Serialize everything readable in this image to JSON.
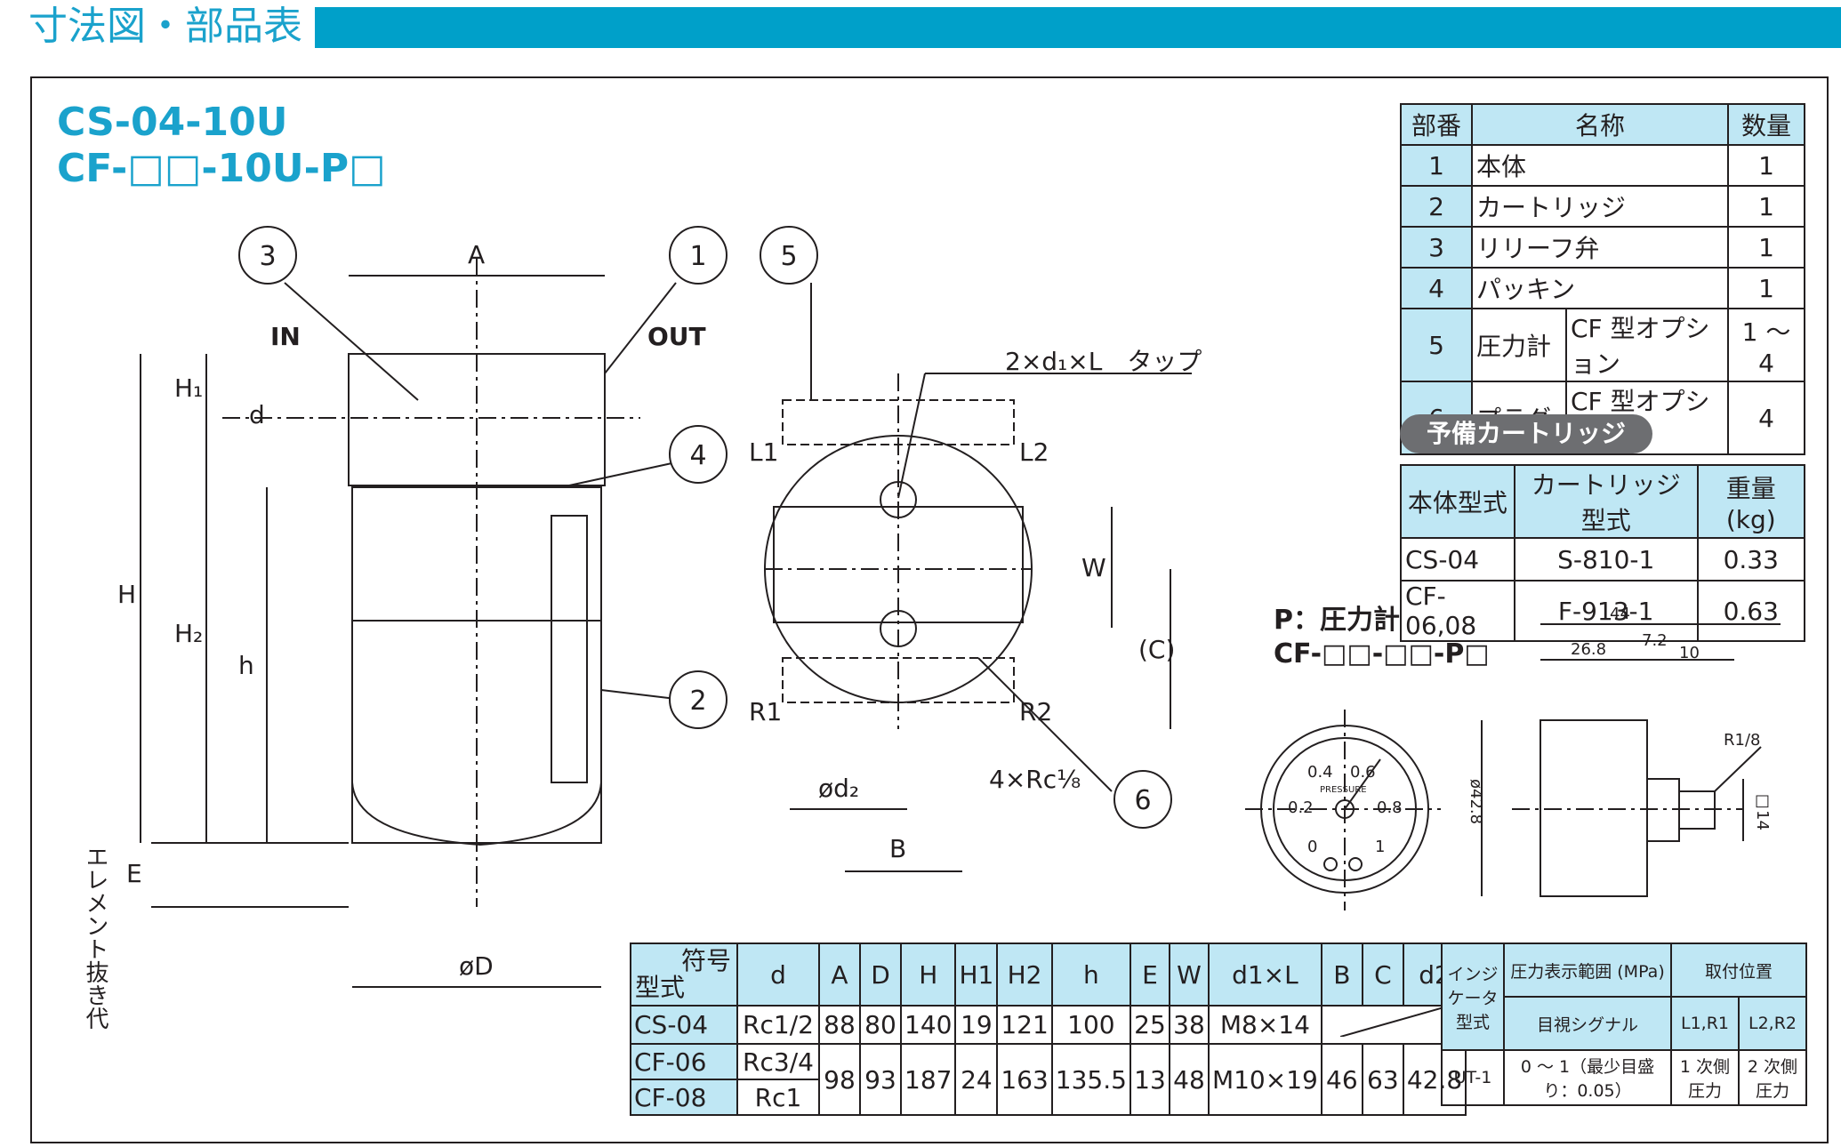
{
  "header": {
    "title": "寸法図・部品表"
  },
  "models": {
    "line1": "CS-04-10U",
    "line2": "CF-□□-10U-P□"
  },
  "callouts": [
    "3",
    "1",
    "5",
    "4",
    "2",
    "6"
  ],
  "labels": {
    "A": "A",
    "IN": "IN",
    "OUT": "OUT",
    "H1": "H₁",
    "d": "d",
    "H": "H",
    "H2": "H₂",
    "h": "h",
    "E": "E",
    "element": "エレメント抜き代",
    "phiD": "øD",
    "L1": "L1",
    "L2": "L2",
    "R1": "R1",
    "R2": "R2",
    "W": "W",
    "C": "(C)",
    "tap": "2×d₁×L　タップ",
    "rc": "4×Rc¹⁄₈",
    "phid2": "ød₂",
    "B": "B"
  },
  "parts_table": {
    "headers": [
      "部番",
      "名称",
      "数量"
    ],
    "rows": [
      {
        "no": "1",
        "name": "本体",
        "note": "",
        "qty": "1"
      },
      {
        "no": "2",
        "name": "カートリッジ",
        "note": "",
        "qty": "1"
      },
      {
        "no": "3",
        "name": "リリーフ弁",
        "note": "",
        "qty": "1"
      },
      {
        "no": "4",
        "name": "パッキン",
        "note": "",
        "qty": "1"
      },
      {
        "no": "5",
        "name": "圧力計",
        "note": "CF 型オプション",
        "qty": "1 〜 4"
      },
      {
        "no": "6",
        "name": "プラグ",
        "note": "CF 型オプション",
        "qty": "4"
      }
    ]
  },
  "spare": {
    "title": "予備カートリッジ",
    "headers": [
      "本体型式",
      "カートリッジ型式",
      "重量 (kg)"
    ],
    "rows": [
      [
        "CS-04",
        "S-810-1",
        "0.33"
      ],
      [
        "CF-06,08",
        "F-913-1",
        "0.63"
      ]
    ]
  },
  "gauge": {
    "title1": "P：圧力計",
    "title2": "CF-□□-□□-P□",
    "face_labels": [
      "0.4",
      "0.6",
      "0.2",
      "0.8",
      "0",
      "1",
      "PRESSURE"
    ],
    "dims": {
      "w44": "44",
      "w268": "26.8",
      "w72": "7.2",
      "w10": "10",
      "r18": "R1/8",
      "phi428": "ø42.8",
      "sq14": "□14"
    }
  },
  "dim_table": {
    "corner_top": "符号",
    "corner_bottom": "型式",
    "headers": [
      "d",
      "A",
      "D",
      "H",
      "H1",
      "H2",
      "h",
      "E",
      "W",
      "d1×L",
      "B",
      "C",
      "d2"
    ],
    "rows": [
      [
        "CS-04",
        "Rc1/2",
        "88",
        "80",
        "140",
        "19",
        "121",
        "100",
        "25",
        "38",
        "M8×14"
      ],
      [
        "CF-06",
        "Rc3/4"
      ],
      [
        "CF-08",
        "Rc1"
      ]
    ],
    "cf_shared": [
      "98",
      "93",
      "187",
      "24",
      "163",
      "135.5",
      "13",
      "48",
      "M10×19",
      "46",
      "63",
      "42.8"
    ]
  },
  "indicator_table": {
    "col1": "インジケータ型式",
    "h_range": "圧力表示範囲 (MPa)",
    "h_pos": "取付位置",
    "sub_signal": "目視シグナル",
    "sub_l": "L1,R1",
    "sub_r": "L2,R2",
    "model": "UT-1",
    "range": "0 〜 1（最少目盛り：0.05）",
    "pos1": "1 次側圧力",
    "pos2": "2 次側圧力"
  }
}
